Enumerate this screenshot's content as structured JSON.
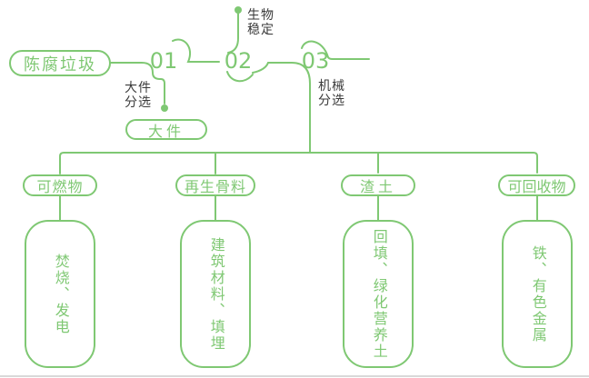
{
  "diagram": {
    "title_hint": "aged-refuse-sorting-flow",
    "source": "陈腐垃圾",
    "steps": [
      {
        "number": "01",
        "process": "大件分选",
        "process_lines": [
          "大件",
          "分选"
        ],
        "output": "大件"
      },
      {
        "number": "02",
        "process": "生物稳定",
        "process_lines": [
          "生物",
          "稳定"
        ]
      },
      {
        "number": "03",
        "process": "机械分选",
        "process_lines": [
          "机械",
          "分选"
        ]
      }
    ],
    "branches": [
      {
        "category": "可燃物",
        "outcome": "焚烧、发电"
      },
      {
        "category": "再生骨料",
        "outcome": "建筑材料、填埋"
      },
      {
        "category": "渣土",
        "outcome": "回填、绿化营养土"
      },
      {
        "category": "可回收物",
        "outcome": "铁、有色金属"
      }
    ]
  },
  "colors": {
    "accent_green": "#7fc873",
    "label_text": "#3a3a3a",
    "divider_grey": "#d9d9d9",
    "background": "#ffffff"
  }
}
